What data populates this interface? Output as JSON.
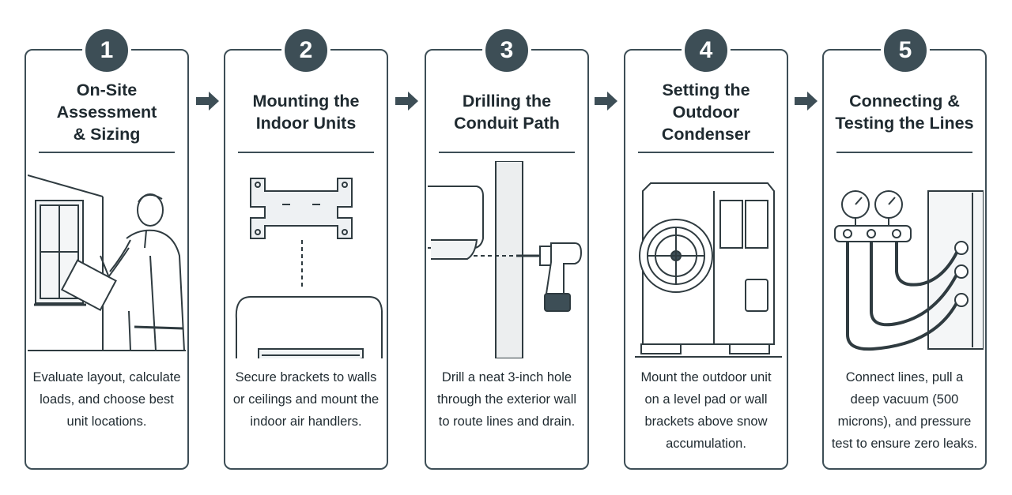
{
  "steps": [
    {
      "number": "1",
      "title": "On-Site\nAssessment\n& Sizing",
      "description": "Evaluate layout, calculate loads, and choose best unit locations."
    },
    {
      "number": "2",
      "title": "Mounting the\nIndoor Units",
      "description": "Secure brackets to walls or ceilings and mount the indoor air handlers."
    },
    {
      "number": "3",
      "title": "Drilling the\nConduit Path",
      "description": "Drill a neat 3-inch hole through the exterior wall to route lines and drain."
    },
    {
      "number": "4",
      "title": "Setting the\nOutdoor\nCondenser",
      "description": "Mount the outdoor unit on a level pad or wall brackets above snow accumulation."
    },
    {
      "number": "5",
      "title": "Connecting &\nTesting the Lines",
      "description": "Connect lines, pull a deep vacuum (500 microns), and pressure test to ensure zero leaks."
    }
  ],
  "colors": {
    "frame": "#3d4e56",
    "text": "#1f2a30",
    "background": "#ffffff"
  },
  "icons": [
    "person-clipboard-icon",
    "wall-bracket-icon",
    "drill-icon",
    "condenser-icon",
    "manifold-gauge-icon",
    "arrow-right-icon"
  ]
}
